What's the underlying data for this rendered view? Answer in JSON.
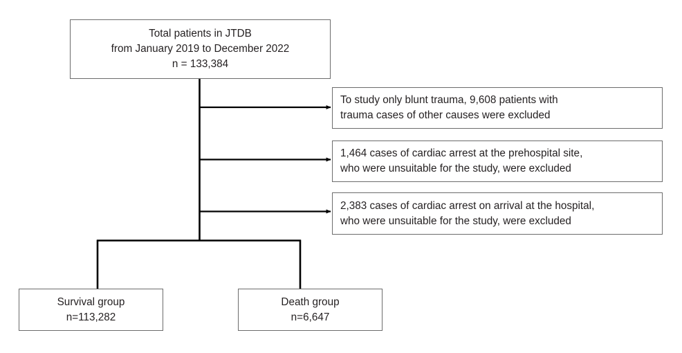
{
  "figure": {
    "type": "flowchart",
    "description": "Patient selection flow diagram (CONSORT-style) for a Japan Trauma Data Bank study",
    "colors": {
      "background": "#ffffff",
      "box_border": "#6b6b6b",
      "connector": "#000000",
      "text": "#231f20"
    }
  },
  "nodes": {
    "total": {
      "name": "total-patients-box",
      "lines": [
        "Total patients in JTDB",
        "from January 2019 to December 2022",
        "n = 133,384"
      ],
      "count": 133384
    },
    "exclusion_1": {
      "name": "exclusion-box-non-blunt-trauma",
      "lines": [
        "To study only blunt trauma, 9,608 patients with",
        "trauma cases of other causes were excluded"
      ],
      "count": 9608
    },
    "exclusion_2": {
      "name": "exclusion-box-prehospital-cardiac-arrest",
      "lines": [
        "1,464 cases of cardiac arrest at the prehospital site,",
        "who were unsuitable for the study, were excluded"
      ],
      "count": 1464
    },
    "exclusion_3": {
      "name": "exclusion-box-cardiac-arrest-on-arrival",
      "lines": [
        "2,383 cases of cardiac arrest on arrival at the hospital,",
        "who were unsuitable for the study, were excluded"
      ],
      "count": 2383
    },
    "survival": {
      "name": "survival-group-box",
      "lines": [
        "Survival group",
        "n=113,282"
      ],
      "count": 113282
    },
    "death": {
      "name": "death-group-box",
      "lines": [
        "Death group",
        "n=6,647"
      ],
      "count": 6647
    }
  },
  "connectors": [
    {
      "name": "spine-vertical",
      "from": "total",
      "to": "split-bar",
      "arrow": false
    },
    {
      "name": "arrow-to-exclusion-1",
      "from": "spine",
      "to": "exclusion_1",
      "arrow": true
    },
    {
      "name": "arrow-to-exclusion-2",
      "from": "spine",
      "to": "exclusion_2",
      "arrow": true
    },
    {
      "name": "arrow-to-exclusion-3",
      "from": "spine",
      "to": "exclusion_3",
      "arrow": true
    },
    {
      "name": "split-bar-horizontal",
      "from": "spine",
      "to": "outcome-boxes",
      "arrow": false
    },
    {
      "name": "drop-to-survival",
      "from": "split-bar",
      "to": "survival",
      "arrow": false
    },
    {
      "name": "drop-to-death",
      "from": "split-bar",
      "to": "death",
      "arrow": false
    }
  ]
}
